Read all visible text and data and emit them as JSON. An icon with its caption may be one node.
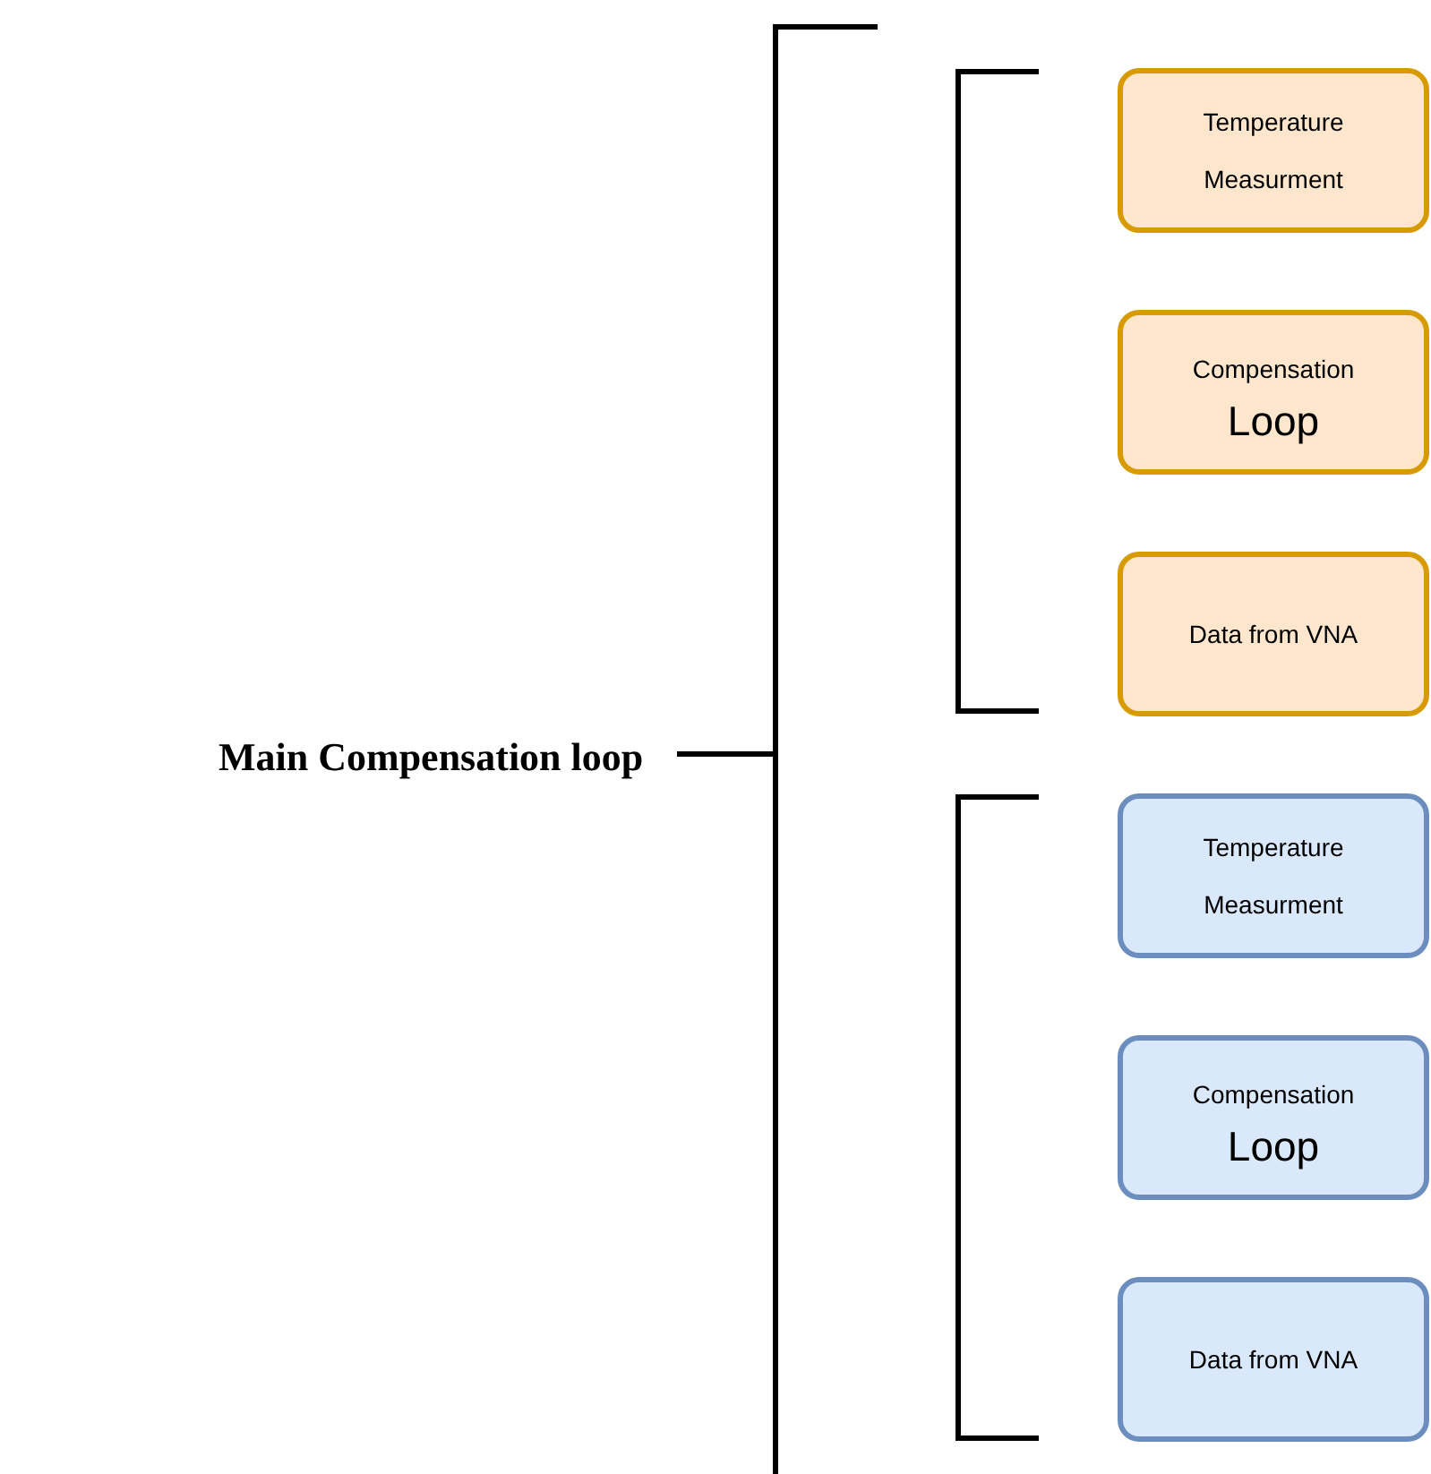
{
  "diagram": {
    "nodes": [
      {
        "text": [
          "Temperature Measurment"
        ]
      },
      {
        "text": [
          "Compensation",
          "Loop"
        ]
      },
      {
        "text": [
          "Data from VNA"
        ]
      },
      {
        "text": [
          "Temperature Measurment"
        ]
      },
      {
        "text": [
          "Compensation",
          "Loop"
        ]
      },
      {
        "text": [
          "Data from VNA"
        ]
      }
    ],
    "labels": [
      "Main Compensation loop"
    ]
  }
}
